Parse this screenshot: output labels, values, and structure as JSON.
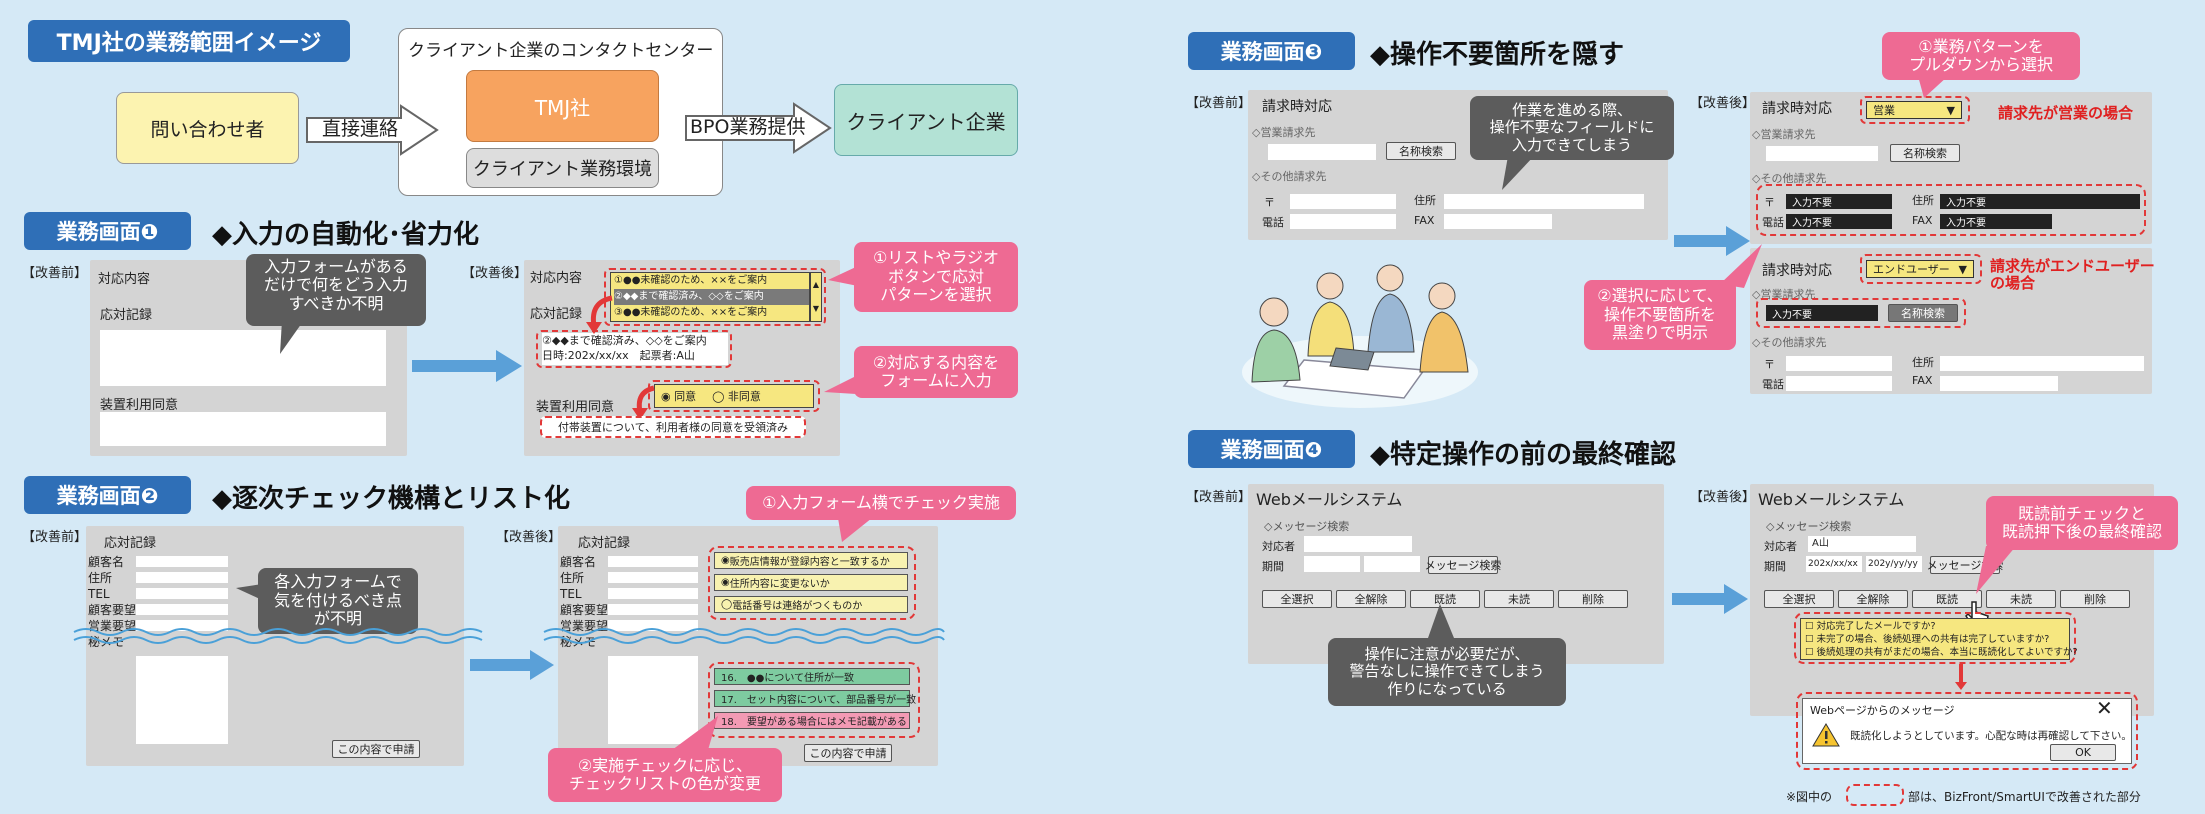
{
  "title": "TMJ社の業務範囲イメージ",
  "overview": {
    "center_box": "クライアント企業のコンタクトセンター",
    "inquirer": "問い合わせ者",
    "direct_label": "直接連絡",
    "tmj": "TMJ社",
    "env": "クライアント業務環境",
    "bpo_label": "BPO業務提供",
    "client": "クライアント企業"
  },
  "common": {
    "before": "【改善前】",
    "before2": "【改善前】",
    "after": "【改善後】"
  },
  "s1": {
    "tag": "業務画面❶",
    "heading": "◆入力の自動化･省力化",
    "before_lbl1": "対応内容",
    "before_lbl2": "応対記録",
    "before_lbl3": "装置利用同意",
    "bubble_before": [
      "入力フォームがある",
      "だけで何をどう入力",
      "すべきか不明"
    ],
    "after_lbl1": "対応内容",
    "after_lbl2": "応対記録",
    "after_lbl3": "装置利用同意",
    "list_items": [
      "①●●未確認のため、××をご案内",
      "②◆◆まで確認済み、◇◇をご案内",
      "③●●未確認のため、××をご案内"
    ],
    "record_text": [
      "②◆◆まで確認済み、◇◇をご案内",
      "日時:202x/xx/xx　起票者:A山"
    ],
    "radio_agree": "同意",
    "radio_disagree": "非同意",
    "consent_text": "付帯装置について、利用者様の同意を受領済み",
    "pink1": [
      "①リストやラジオ",
      "ボタンで応対",
      "パターンを選択"
    ],
    "pink2": [
      "②対応する内容を",
      "フォームに入力"
    ]
  },
  "s2": {
    "tag": "業務画面❷",
    "heading": "◆逐次チェック機構とリスト化",
    "title": "応対記録",
    "title2": "応対記録",
    "fields": [
      "顧客名",
      "住所",
      "TEL",
      "顧客要望",
      "営業要望",
      "秘メモ"
    ],
    "bubble_before": [
      "各入力フォームで",
      "気を付けるべき点",
      "が不明"
    ],
    "submit": "この内容で申請",
    "submit2": "この内容で申請",
    "checks": [
      "販売店情報が登録内容と一致するか",
      "住所内容に変更ないか",
      "電話番号は連絡がつくものか"
    ],
    "list": [
      "16.　●●について住所が一致",
      "17.　セット内容について、部品番号が一致",
      "18.　要望がある場合にはメモ記載がある"
    ],
    "pink1": "①入力フォーム横でチェック実施",
    "pink2": [
      "②実施チェックに応じ、",
      "チェックリストの色が変更"
    ]
  },
  "s3": {
    "tag": "業務画面❸",
    "heading": "◆操作不要箇所を隠す",
    "panel_title": "請求時対応",
    "sales": "◇営業請求先",
    "other": "◇その他請求先",
    "name_search": "名称検索",
    "zip": "〒",
    "addr": "住所",
    "tel": "電話",
    "fax": "FAX",
    "bubble_before": [
      "作業を進める際、",
      "操作不要なフィールドに",
      "入力できてしまう"
    ],
    "dd1": "営業",
    "dd2": "エンドユーザー",
    "input_na": "入力不要",
    "red1": "請求先が営業の場合",
    "red2": [
      "請求先がエンドユーザー",
      "の場合"
    ],
    "pink1": [
      "①業務パターンを",
      "プルダウンから選択"
    ],
    "pink2": [
      "②選択に応じて、",
      "操作不要箇所を",
      "黒塗りで明示"
    ]
  },
  "s4": {
    "tag": "業務画面❹",
    "heading": "◆特定操作の前の最終確認",
    "app": "Webメールシステム",
    "search": "◇メッセージ検索",
    "person": "対応者",
    "period": "期間",
    "msg_search": "メッセージ検索",
    "buttons": [
      "全選択",
      "全解除",
      "既読",
      "未読",
      "削除"
    ],
    "bubble_before": [
      "操作に注意が必要だが、",
      "警告なしに操作できてしまう",
      "作りになっている"
    ],
    "person_val": "A山",
    "date1": "202x/xx/xx",
    "date2": "202y/yy/yy",
    "checks": [
      "対応完了したメールですか?",
      "未完了の場合、後続処理への共有は完了していますか?",
      "後続処理の共有がまだの場合、本当に既読化してよいですか?"
    ],
    "dialog_title": "Webページからのメッセージ",
    "dialog_msg": "既読化しようとしています。心配な時は再確認して下さい。",
    "ok": "OK",
    "pink1": [
      "既読前チェックと",
      "既読押下後の最終確認"
    ]
  },
  "footnote_pre": "※図中の",
  "footnote_post": "部は、BizFront/SmartUIで改善された部分"
}
